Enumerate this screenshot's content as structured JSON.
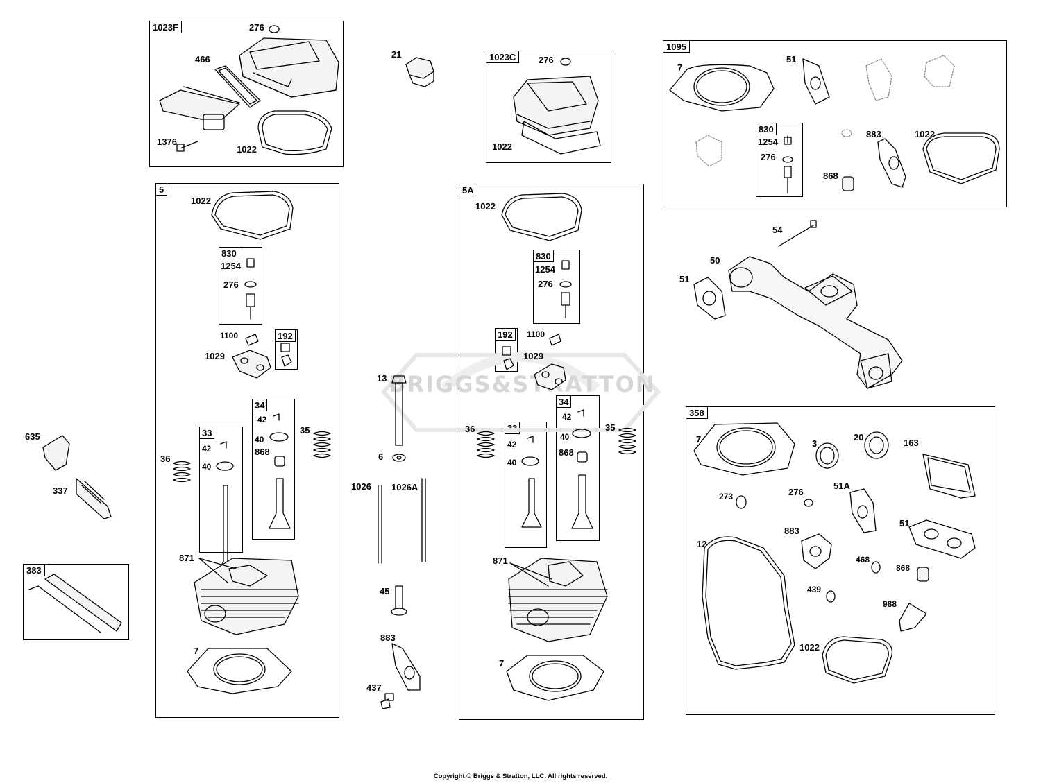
{
  "watermark": "BRIGGS&STRATTON",
  "copyright": "Copyright © Briggs & Stratton, LLC. All rights reserved.",
  "boxes": {
    "b1023F": {
      "tag": "1023F",
      "labels": [
        "276",
        "466",
        "1376",
        "1022"
      ]
    },
    "b1023C": {
      "tag": "1023C",
      "labels": [
        "276",
        "1022"
      ]
    },
    "b1095": {
      "tag": "1095",
      "labels": [
        "7",
        "51",
        "883",
        "1022",
        "868"
      ],
      "sub830": {
        "tag": "830",
        "labels": [
          "1254",
          "276"
        ]
      }
    },
    "b5": {
      "tag": "5",
      "labels": [
        "1022",
        "1100",
        "1029",
        "36",
        "35",
        "871",
        "7"
      ],
      "sub830": {
        "tag": "830",
        "labels": [
          "1254",
          "276"
        ]
      },
      "sub192": {
        "tag": "192"
      },
      "sub34": {
        "tag": "34",
        "labels": [
          "42",
          "40",
          "868"
        ]
      },
      "sub33": {
        "tag": "33",
        "labels": [
          "42",
          "40"
        ]
      }
    },
    "b5A": {
      "tag": "5A",
      "labels": [
        "1022",
        "1100",
        "1029",
        "36",
        "35",
        "871",
        "7"
      ],
      "sub830": {
        "tag": "830",
        "labels": [
          "1254",
          "276"
        ]
      },
      "sub192": {
        "tag": "192"
      },
      "sub34": {
        "tag": "34",
        "labels": [
          "42",
          "40",
          "868"
        ]
      },
      "sub33": {
        "tag": "33",
        "labels": [
          "42",
          "40"
        ]
      }
    },
    "b358": {
      "tag": "358",
      "labels": [
        "7",
        "3",
        "20",
        "163",
        "273",
        "276",
        "51A",
        "12",
        "883",
        "51",
        "468",
        "868",
        "439",
        "988",
        "1022"
      ]
    },
    "b383": {
      "tag": "383"
    }
  },
  "loose_labels": [
    "21",
    "13",
    "6",
    "1026",
    "1026A",
    "45",
    "883",
    "437",
    "635",
    "337",
    "54",
    "50",
    "51"
  ]
}
